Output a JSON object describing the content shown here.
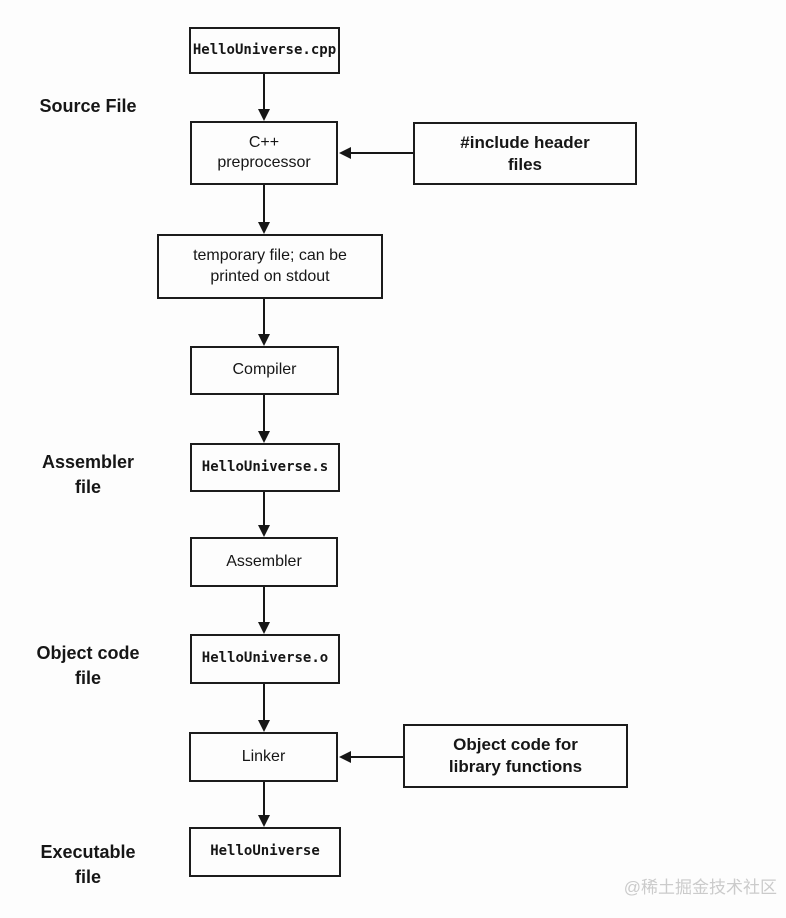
{
  "labels": {
    "source_file": "Source File",
    "assembler_file": "Assembler\nfile",
    "object_code_file": "Object code\nfile",
    "executable_file": "Executable\nfile"
  },
  "nodes": {
    "source_cpp": "HelloUniverse.cpp",
    "preprocessor": "C++\npreprocessor",
    "include_headers": "#include header\nfiles",
    "temp_file": "temporary file; can be\nprinted on stdout",
    "compiler": "Compiler",
    "assembly_file": "HelloUniverse.s",
    "assembler": "Assembler",
    "object_file": "HelloUniverse.o",
    "linker": "Linker",
    "object_code_library": "Object code for\nlibrary functions",
    "executable": "HelloUniverse"
  },
  "watermark": "@稀土掘金技术社区",
  "colors": {
    "line": "#161616",
    "text": "#161616",
    "watermark": "#cbcbcb",
    "background": "#fdfdfd"
  }
}
